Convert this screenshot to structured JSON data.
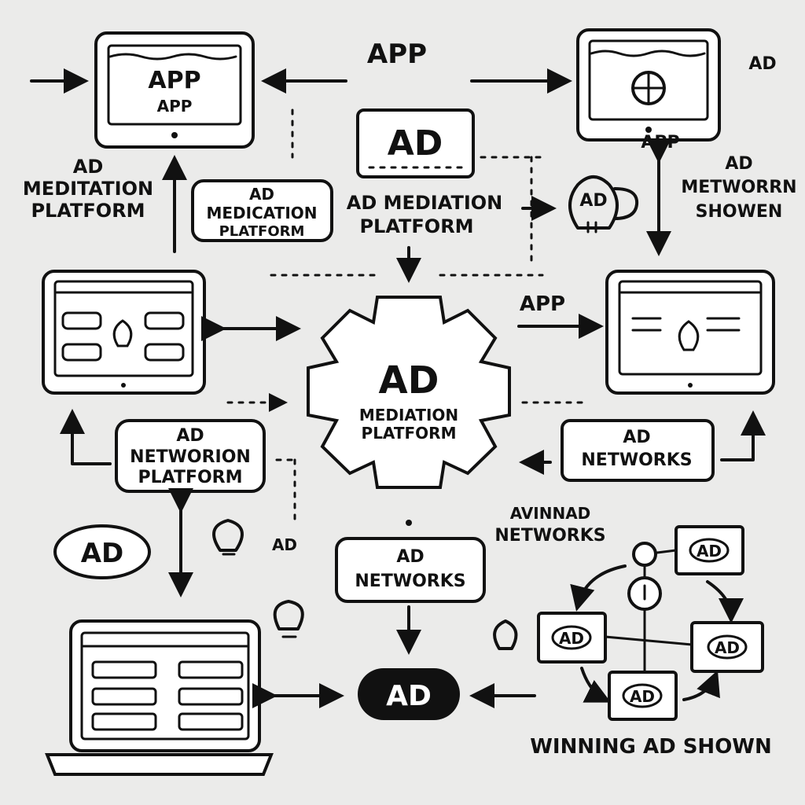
{
  "labels": {
    "top_app": "APP",
    "top_ad_box": "AD",
    "tablet_tl_line1": "APP",
    "tablet_tl_line2": "APP",
    "tr_ad": "AD",
    "tr_app": "APP",
    "left_text": [
      "AD",
      "MEDITATION",
      "PLATFORM"
    ],
    "med_box": [
      "AD",
      "MEDICATION",
      "PLATFORM"
    ],
    "center_text": [
      "AD MEDIATION",
      "PLATFORM"
    ],
    "bulb_ad": "AD",
    "right_text": [
      "AD",
      "METWORRN",
      "SHOWEN"
    ],
    "mid_app": "APP",
    "gear": [
      "AD",
      "MEDIATION",
      "PLATFORM"
    ],
    "left_net_box": [
      "AD",
      "NETWORION",
      "PLATFORM"
    ],
    "right_net_box": [
      "AD",
      "NETWORKS"
    ],
    "ad_oval": "AD",
    "ad_small": "AD",
    "avinnad": [
      "AVINNAD",
      "NETWORKS"
    ],
    "center_net_box": [
      "AD",
      "NETWORKS"
    ],
    "ad_pill": "AD",
    "network_nodes": [
      "AD",
      "AD",
      "AD",
      "AD"
    ],
    "winning": "WINNING AD SHOWN"
  },
  "colors": {
    "ink": "#111111",
    "background": "#ebebea",
    "box": "#ffffff"
  }
}
